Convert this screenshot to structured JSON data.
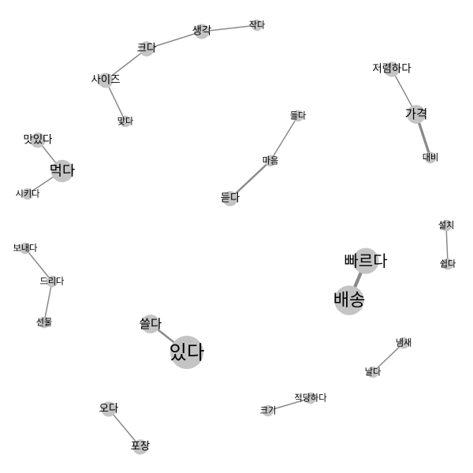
{
  "graph": {
    "colors": {
      "node": "#c4c4c4",
      "edge": "#8a8a8a",
      "label": "#000000",
      "background": "#ffffff"
    },
    "nodes": [
      {
        "id": "생각",
        "label": "생각",
        "weight": 2
      },
      {
        "id": "작다",
        "label": "작다",
        "weight": 1
      },
      {
        "id": "크다",
        "label": "크다",
        "weight": 2
      },
      {
        "id": "사이즈",
        "label": "사이즈",
        "weight": 2
      },
      {
        "id": "맞다",
        "label": "맞다",
        "weight": 1
      },
      {
        "id": "저렴하다",
        "label": "저렴하다",
        "weight": 2
      },
      {
        "id": "가격",
        "label": "가격",
        "weight": 3
      },
      {
        "id": "대비",
        "label": "대비",
        "weight": 1
      },
      {
        "id": "맛있다",
        "label": "맛있다",
        "weight": 2
      },
      {
        "id": "먹다",
        "label": "먹다",
        "weight": 4
      },
      {
        "id": "시키다",
        "label": "시키다",
        "weight": 1
      },
      {
        "id": "들다",
        "label": "들다",
        "weight": 1
      },
      {
        "id": "마음",
        "label": "마음",
        "weight": 1
      },
      {
        "id": "듣다",
        "label": "듣다",
        "weight": 2
      },
      {
        "id": "설치",
        "label": "설치",
        "weight": 1
      },
      {
        "id": "쉽다",
        "label": "쉽다",
        "weight": 1
      },
      {
        "id": "보내다",
        "label": "보내다",
        "weight": 1
      },
      {
        "id": "드리다",
        "label": "드리다",
        "weight": 1
      },
      {
        "id": "선물",
        "label": "선물",
        "weight": 1
      },
      {
        "id": "빠르다",
        "label": "빠르다",
        "weight": 5
      },
      {
        "id": "배송",
        "label": "배송",
        "weight": 6
      },
      {
        "id": "쓸다",
        "label": "쓸다",
        "weight": 3
      },
      {
        "id": "있다",
        "label": "있다",
        "weight": 7
      },
      {
        "id": "냄새",
        "label": "냄새",
        "weight": 1
      },
      {
        "id": "날다",
        "label": "날다",
        "weight": 1
      },
      {
        "id": "오다",
        "label": "오다",
        "weight": 2
      },
      {
        "id": "포장",
        "label": "포장",
        "weight": 2
      },
      {
        "id": "적당하다",
        "label": "적당하다",
        "weight": 1
      },
      {
        "id": "크기",
        "label": "크기",
        "weight": 1
      }
    ],
    "edges": [
      {
        "source": "생각",
        "target": "작다",
        "weight": 1
      },
      {
        "source": "생각",
        "target": "크다",
        "weight": 1
      },
      {
        "source": "크다",
        "target": "사이즈",
        "weight": 1
      },
      {
        "source": "사이즈",
        "target": "맞다",
        "weight": 1
      },
      {
        "source": "저렴하다",
        "target": "가격",
        "weight": 1
      },
      {
        "source": "가격",
        "target": "대비",
        "weight": 3
      },
      {
        "source": "맛있다",
        "target": "먹다",
        "weight": 1
      },
      {
        "source": "먹다",
        "target": "시키다",
        "weight": 1
      },
      {
        "source": "들다",
        "target": "마음",
        "weight": 1
      },
      {
        "source": "마음",
        "target": "듣다",
        "weight": 2
      },
      {
        "source": "설치",
        "target": "쉽다",
        "weight": 1
      },
      {
        "source": "보내다",
        "target": "드리다",
        "weight": 1
      },
      {
        "source": "드리다",
        "target": "선물",
        "weight": 1
      },
      {
        "source": "빠르다",
        "target": "배송",
        "weight": 4
      },
      {
        "source": "쓸다",
        "target": "있다",
        "weight": 2
      },
      {
        "source": "냄새",
        "target": "날다",
        "weight": 1
      },
      {
        "source": "오다",
        "target": "포장",
        "weight": 1
      },
      {
        "source": "적당하다",
        "target": "크기",
        "weight": 1
      }
    ]
  }
}
